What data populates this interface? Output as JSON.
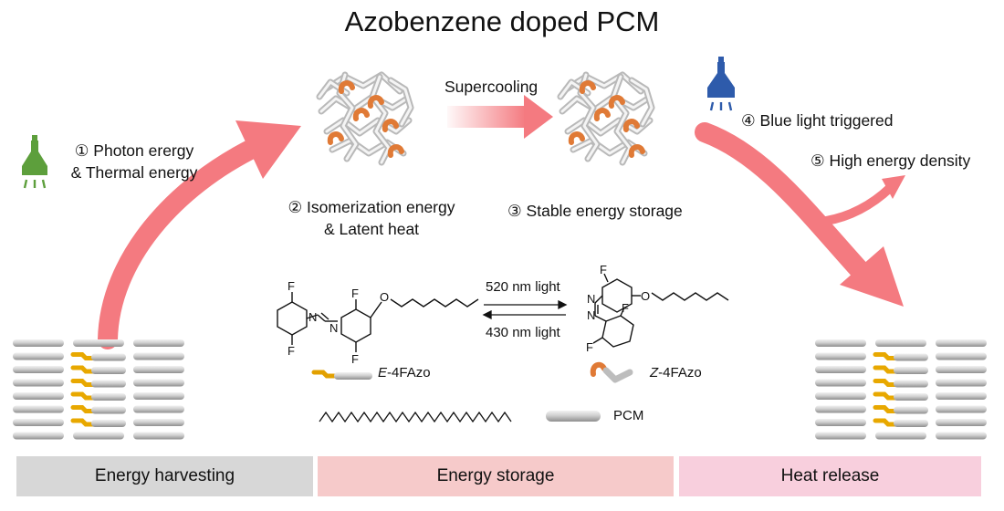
{
  "title": "Azobenzene doped PCM",
  "labels": {
    "step1_line1": "① Photon erergy",
    "step1_line2": "& Thermal energy",
    "supercooling": "Supercooling",
    "step2_line1": "②  Isomerization energy",
    "step2_line2": "& Latent heat",
    "step3": "③ Stable energy storage",
    "step4": "④ Blue light triggered",
    "step5": "⑤ High energy density"
  },
  "reaction": {
    "forward_light": "520 nm light",
    "reverse_light": "430 nm light",
    "atom_F": "F",
    "atom_N": "N",
    "atom_O": "O"
  },
  "legend": {
    "e_isomer_prefix": "E",
    "e_isomer_suffix": "-4FAzo",
    "z_isomer_prefix": "Z",
    "z_isomer_suffix": "-4FAzo",
    "pcm": "PCM"
  },
  "stages": [
    "Energy harvesting",
    "Energy storage",
    "Heat release"
  ],
  "colors": {
    "arrow": "#f47a80",
    "green_lamp": "#5d9f3c",
    "blue_lamp": "#2e5bab",
    "azo_e": "#f5bd20",
    "azo_z": "#e07a36",
    "pcm_rod": "#c8c8c8"
  },
  "icons": [
    "green-flashlight-icon",
    "blue-flashlight-icon"
  ]
}
